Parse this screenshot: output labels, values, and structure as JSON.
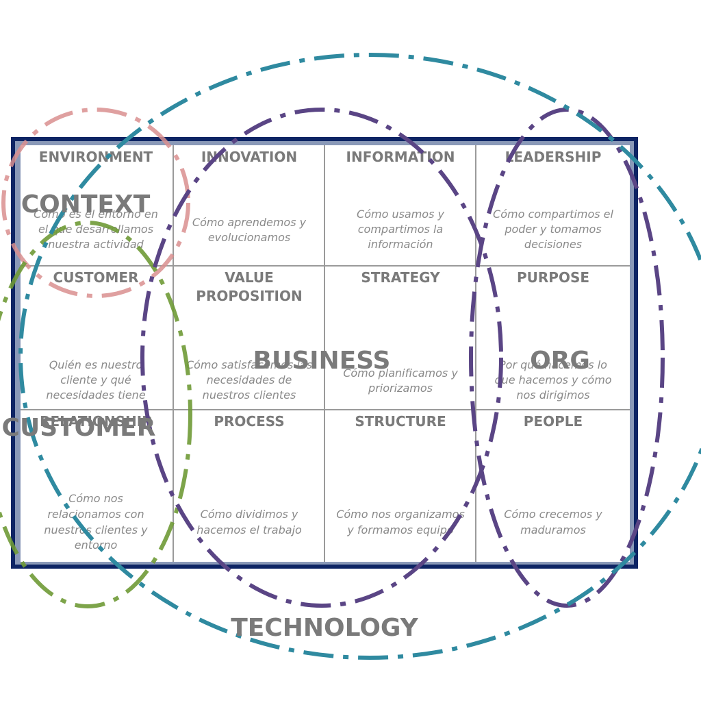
{
  "cells": [
    {
      "title": [
        "ENVIRONMENT"
      ],
      "desc": [
        "Cómo es el entorno en",
        "el que desarrollamos",
        "nuestra actividad"
      ]
    },
    {
      "title": [
        "INNOVATION"
      ],
      "desc": [
        "Cómo  aprendemos y",
        "evolucionamos"
      ]
    },
    {
      "title": [
        "INFORMATION"
      ],
      "desc": [
        "Cómo usamos y",
        "compartimos la",
        "información"
      ]
    },
    {
      "title": [
        "LEADERSHIP"
      ],
      "desc": [
        "Cómo compartimos el",
        "poder y tomamos",
        "decisiones"
      ]
    },
    {
      "title": [
        "CUSTOMER"
      ],
      "desc": [
        "Quién es nuestro",
        "cliente y qué",
        "necesidades tiene"
      ]
    },
    {
      "title": [
        "VALUE",
        "PROPOSITION"
      ],
      "desc": [
        "Cómo satisfacemos las",
        "necesidades de",
        "nuestros clientes"
      ]
    },
    {
      "title": [
        "STRATEGY"
      ],
      "desc": [
        "Cómo planificamos y",
        "priorizamos"
      ]
    },
    {
      "title": [
        "PURPOSE"
      ],
      "desc": [
        "Por qué hacemos lo",
        "que hacemos y cómo",
        "nos dirigimos"
      ]
    },
    {
      "title": [
        "RELATIONSHIP"
      ],
      "desc": [
        "Cómo nos",
        "relacionamos con",
        "nuestros clientes y",
        "entorno"
      ]
    },
    {
      "title": [
        "PROCESS"
      ],
      "desc": [
        "Cómo dividimos y",
        "hacemos el trabajo"
      ]
    },
    {
      "title": [
        "STRUCTURE"
      ],
      "desc": [
        "Cómo nos organizamos",
        "y formamos equipo"
      ]
    },
    {
      "title": [
        "PEOPLE"
      ],
      "desc": [
        "Cómo crecemos y",
        "maduramos"
      ]
    }
  ],
  "overlays": {
    "context": "CONTEXT",
    "customer": "CUSTOMER",
    "business": "BUSINESS",
    "org": "ORG",
    "technology": "TECHNOLOGY"
  },
  "colors": {
    "frame": "#0d2464",
    "frame_inner": "#8a99b8",
    "context": "#d98f8f",
    "customer": "#6f9a36",
    "business": "#5a4585",
    "org": "#5a4585",
    "technology": "#2f8aa0"
  }
}
